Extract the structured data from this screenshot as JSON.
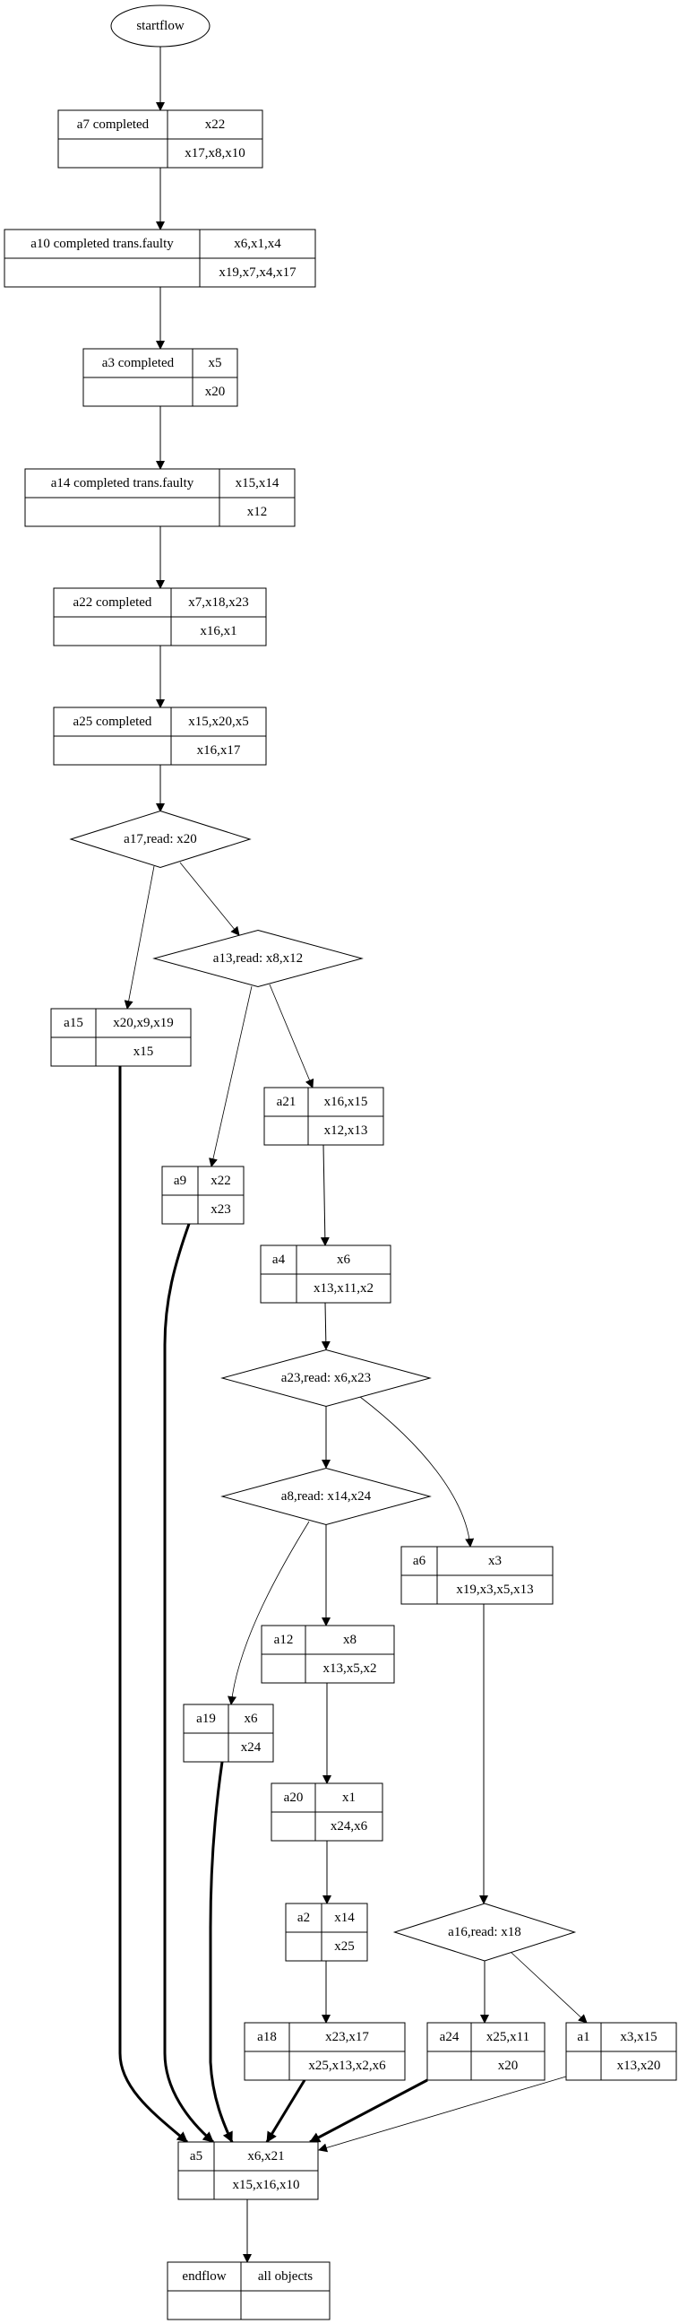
{
  "diagram": {
    "title": "",
    "start": {
      "id": "startflow",
      "label": "startflow",
      "shape": "ellipse"
    },
    "nodes": [
      {
        "id": "a7",
        "shape": "record",
        "label": "a7 completed",
        "top": "x22",
        "bottom": "x17,x8,x10"
      },
      {
        "id": "a10",
        "shape": "record",
        "label": "a10 completed trans.faulty",
        "top": "x6,x1,x4",
        "bottom": "x19,x7,x4,x17"
      },
      {
        "id": "a3",
        "shape": "record",
        "label": "a3 completed",
        "top": "x5",
        "bottom": "x20"
      },
      {
        "id": "a14",
        "shape": "record",
        "label": "a14 completed trans.faulty",
        "top": "x15,x14",
        "bottom": "x12"
      },
      {
        "id": "a22",
        "shape": "record",
        "label": "a22 completed",
        "top": "x7,x18,x23",
        "bottom": "x16,x1"
      },
      {
        "id": "a25",
        "shape": "record",
        "label": "a25 completed",
        "top": "x15,x20,x5",
        "bottom": "x16,x17"
      },
      {
        "id": "a17",
        "shape": "diamond",
        "label": "a17,read: x20"
      },
      {
        "id": "a13",
        "shape": "diamond",
        "label": "a13,read: x8,x12"
      },
      {
        "id": "a15",
        "shape": "record",
        "label": "a15",
        "top": "x20,x9,x19",
        "bottom": "x15"
      },
      {
        "id": "a21",
        "shape": "record",
        "label": "a21",
        "top": "x16,x15",
        "bottom": "x12,x13"
      },
      {
        "id": "a9",
        "shape": "record",
        "label": "a9",
        "top": "x22",
        "bottom": "x23"
      },
      {
        "id": "a4",
        "shape": "record",
        "label": "a4",
        "top": "x6",
        "bottom": "x13,x11,x2"
      },
      {
        "id": "a23",
        "shape": "diamond",
        "label": "a23,read: x6,x23"
      },
      {
        "id": "a8",
        "shape": "diamond",
        "label": "a8,read: x14,x24"
      },
      {
        "id": "a6",
        "shape": "record",
        "label": "a6",
        "top": "x3",
        "bottom": "x19,x3,x5,x13"
      },
      {
        "id": "a12",
        "shape": "record",
        "label": "a12",
        "top": "x8",
        "bottom": "x13,x5,x2"
      },
      {
        "id": "a19",
        "shape": "record",
        "label": "a19",
        "top": "x6",
        "bottom": "x24"
      },
      {
        "id": "a20",
        "shape": "record",
        "label": "a20",
        "top": "x1",
        "bottom": "x24,x6"
      },
      {
        "id": "a2",
        "shape": "record",
        "label": "a2",
        "top": "x14",
        "bottom": "x25"
      },
      {
        "id": "a16",
        "shape": "diamond",
        "label": "a16,read: x18"
      },
      {
        "id": "a18",
        "shape": "record",
        "label": "a18",
        "top": "x23,x17",
        "bottom": "x25,x13,x2,x6"
      },
      {
        "id": "a24",
        "shape": "record",
        "label": "a24",
        "top": "x25,x11",
        "bottom": "x20"
      },
      {
        "id": "a1",
        "shape": "record",
        "label": "a1",
        "top": "x3,x15",
        "bottom": "x13,x20"
      },
      {
        "id": "a5",
        "shape": "record",
        "label": "a5",
        "top": "x6,x21",
        "bottom": "x15,x16,x10"
      },
      {
        "id": "endflow",
        "shape": "record",
        "label": "endflow",
        "top": "all objects",
        "bottom": ""
      }
    ],
    "edges": [
      {
        "from": "startflow",
        "to": "a7",
        "style": "normal"
      },
      {
        "from": "a7",
        "to": "a10",
        "style": "normal"
      },
      {
        "from": "a10",
        "to": "a3",
        "style": "normal"
      },
      {
        "from": "a3",
        "to": "a14",
        "style": "normal"
      },
      {
        "from": "a14",
        "to": "a22",
        "style": "normal"
      },
      {
        "from": "a22",
        "to": "a25",
        "style": "normal"
      },
      {
        "from": "a25",
        "to": "a17",
        "style": "normal"
      },
      {
        "from": "a17",
        "to": "a15",
        "style": "thin"
      },
      {
        "from": "a17",
        "to": "a13",
        "style": "thin"
      },
      {
        "from": "a13",
        "to": "a9",
        "style": "thin"
      },
      {
        "from": "a13",
        "to": "a21",
        "style": "thin"
      },
      {
        "from": "a21",
        "to": "a4",
        "style": "normal"
      },
      {
        "from": "a4",
        "to": "a23",
        "style": "normal"
      },
      {
        "from": "a23",
        "to": "a8",
        "style": "normal"
      },
      {
        "from": "a23",
        "to": "a6",
        "style": "thin"
      },
      {
        "from": "a8",
        "to": "a19",
        "style": "thin"
      },
      {
        "from": "a8",
        "to": "a12",
        "style": "normal"
      },
      {
        "from": "a12",
        "to": "a20",
        "style": "normal"
      },
      {
        "from": "a20",
        "to": "a2",
        "style": "normal"
      },
      {
        "from": "a2",
        "to": "a18",
        "style": "normal"
      },
      {
        "from": "a6",
        "to": "a16",
        "style": "normal"
      },
      {
        "from": "a16",
        "to": "a24",
        "style": "normal"
      },
      {
        "from": "a16",
        "to": "a1",
        "style": "thin"
      },
      {
        "from": "a15",
        "to": "a5",
        "style": "bold"
      },
      {
        "from": "a9",
        "to": "a5",
        "style": "bold"
      },
      {
        "from": "a19",
        "to": "a5",
        "style": "bold"
      },
      {
        "from": "a18",
        "to": "a5",
        "style": "bold"
      },
      {
        "from": "a24",
        "to": "a5",
        "style": "bold"
      },
      {
        "from": "a1",
        "to": "a5",
        "style": "thin"
      },
      {
        "from": "a5",
        "to": "endflow",
        "style": "normal"
      }
    ]
  }
}
